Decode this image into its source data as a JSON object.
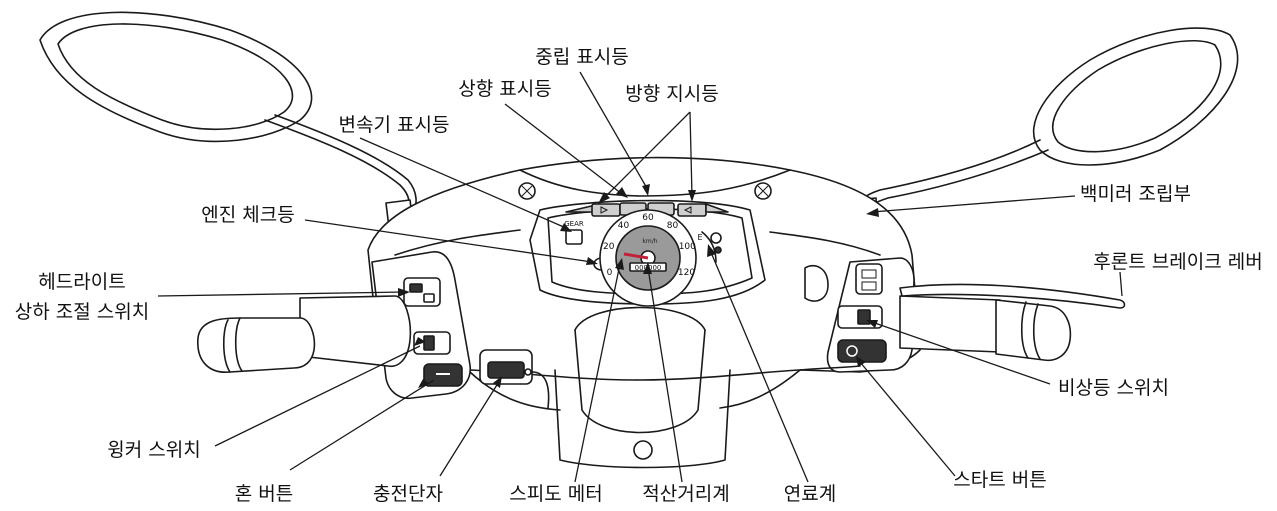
{
  "labels": {
    "neutral_indicator": "중립 표시등",
    "high_beam_indicator": "상향 표시등",
    "turn_indicator": "방향 지시등",
    "gear_indicator": "변속기 표시등",
    "mirror_mount": "백미러 조립부",
    "engine_check_light": "엔진 체크등",
    "front_brake_lever": "후론트 브레이크 레버",
    "headlight_switch_line1": "헤드라이트",
    "headlight_switch_line2": "상하 조절 스위치",
    "hazard_switch": "비상등 스위치",
    "winker_switch": "윙커 스위치",
    "start_button": "스타트 버튼",
    "horn_button": "혼 버튼",
    "charging_port": "충전단자",
    "speedometer": "스피도 메터",
    "odometer": "적산거리계",
    "fuel_gauge": "연료계"
  },
  "speedometer": {
    "unit": "km/h",
    "ticks": [
      "0",
      "20",
      "40",
      "60",
      "80",
      "100",
      "120"
    ],
    "gear_tag": "GEAR",
    "odometer_digits": "000000",
    "fuel_empty": "E"
  },
  "colors": {
    "ink": "#1a1a1a",
    "gauge_face": "#9a9a9a",
    "panel_grey": "#cfcfcf",
    "button_dark": "#333333",
    "needle_red": "#c0223b"
  }
}
